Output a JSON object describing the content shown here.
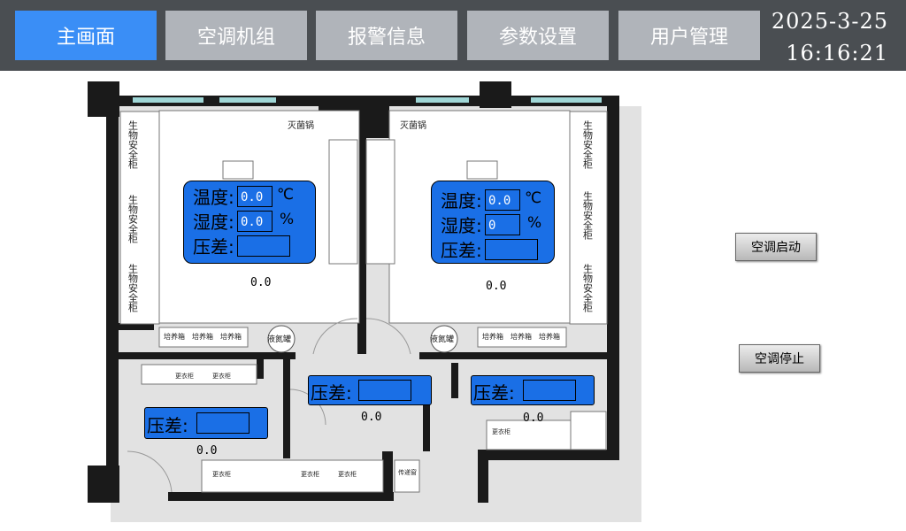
{
  "nav": {
    "main": "主画面",
    "ac_units": "空调机组",
    "alarms": "报警信息",
    "params": "参数设置",
    "users": "用户管理"
  },
  "clock": {
    "date": "2025-3-25",
    "time": "16:16:21"
  },
  "colors": {
    "active_tab": "#3a8ef6",
    "tab": "#b0b4ba",
    "topbar": "#4a4e52",
    "panel": "#1a6fe6"
  },
  "floorplan": {
    "sterilizer_1": "灭菌锅",
    "sterilizer_2": "灭菌锅",
    "biosafety_cabinet": "生物安全柜",
    "incubator": "培养箱",
    "liquid_nitrogen": "液氮罐",
    "wardrobe": "更衣柜",
    "pass_box": "传递窗"
  },
  "labels": {
    "temp": "温度:",
    "humidity": "湿度:",
    "pressure": "压差:",
    "celsius": "℃",
    "percent": "%"
  },
  "room1": {
    "temp": "0.0",
    "humidity": "0.0",
    "pressure": "",
    "reading": "0.0"
  },
  "room2": {
    "temp": "0.0",
    "humidity": "0",
    "pressure": "",
    "reading": "0.0"
  },
  "buffer_mid": {
    "pressure": "",
    "reading": "0.0"
  },
  "buffer_right": {
    "pressure": "",
    "reading": "0.0"
  },
  "change_room": {
    "pressure": "",
    "reading": "0.0"
  },
  "controls": {
    "start": "空调启动",
    "stop": "空调停止"
  }
}
